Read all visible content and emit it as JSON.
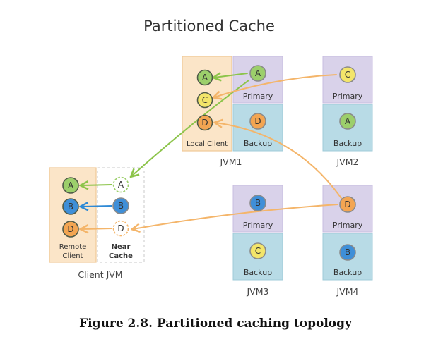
{
  "title": "Partitioned Cache",
  "caption": "Figure 2.8. Partitioned caching topology",
  "labels": {
    "primary": "Primary",
    "backup": "Backup",
    "local_client": "Local Client",
    "remote_client": "Remote Client",
    "near_cache": "Near Cache",
    "client_jvm": "Client JVM",
    "jvm1": "JVM1",
    "jvm2": "JVM2",
    "jvm3": "JVM3",
    "jvm4": "JVM4"
  },
  "nodes": {
    "a": "A",
    "b": "B",
    "c": "C",
    "d": "D"
  },
  "colors": {
    "a": "#9ccf6b",
    "b": "#3f8fd8",
    "c": "#f3e56a",
    "d": "#f3a552",
    "primary_bg": "#d9d2ea",
    "backup_bg": "#b8dbe6",
    "client_bg": "#fbe5c8",
    "arrow_green": "#8cc44a",
    "arrow_blue": "#2f8ad6",
    "arrow_orange": "#f4b56a"
  }
}
